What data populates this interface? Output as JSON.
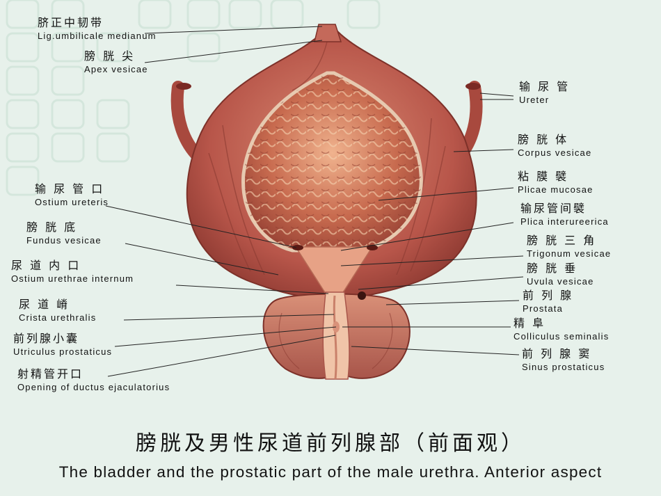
{
  "labels_left": [
    {
      "zh": "脐正中韧带",
      "la": "Lig.umbilicale medianum"
    },
    {
      "zh": "膀 胱 尖",
      "la": "Apex vesicae"
    },
    {
      "zh": "输 尿 管 口",
      "la": "Ostium ureteris"
    },
    {
      "zh": "膀 胱 底",
      "la": "Fundus vesicae"
    },
    {
      "zh": "尿 道 内 口",
      "la": "Ostium urethrae internum"
    },
    {
      "zh": "尿 道 嵴",
      "la": "Crista urethralis"
    },
    {
      "zh": "前列腺小囊",
      "la": "Utriculus prostaticus"
    },
    {
      "zh": "射精管开口",
      "la": "Opening of ductus ejaculatorius"
    }
  ],
  "labels_right": [
    {
      "zh": "输 尿 管",
      "la": "Ureter"
    },
    {
      "zh": "膀 胱 体",
      "la": "Corpus vesicae"
    },
    {
      "zh": "粘 膜 襞",
      "la": "Plicae mucosae"
    },
    {
      "zh": "输尿管间襞",
      "la": "Plica interureerica"
    },
    {
      "zh": "膀 胱 三 角",
      "la": "Trigonum vesicae"
    },
    {
      "zh": "膀 胱 垂",
      "la": "Uvula vesicae"
    },
    {
      "zh": "前 列 腺",
      "la": "Prostata"
    },
    {
      "zh": "精 阜",
      "la": "Colliculus seminalis"
    },
    {
      "zh": "前 列 腺 窦",
      "la": "Sinus prostaticus"
    }
  ],
  "caption": {
    "zh": "膀胱及男性尿道前列腺部（前面观）",
    "en": "The bladder and the prostatic part of the male urethra. Anterior aspect"
  }
}
